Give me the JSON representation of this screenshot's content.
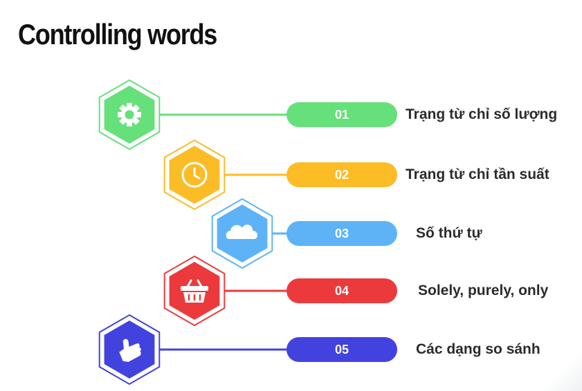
{
  "title": "Controlling words",
  "items": [
    {
      "number": "01",
      "text": "Trạng từ chỉ số lượng",
      "color": "#66e07b",
      "icon": "gear-icon"
    },
    {
      "number": "02",
      "text": "Trạng từ chỉ tần suất",
      "color": "#fbbc26",
      "icon": "clock-icon"
    },
    {
      "number": "03",
      "text": "Số thứ tự",
      "color": "#5eb3f7",
      "icon": "cloud-icon"
    },
    {
      "number": "04",
      "text": "Solely, purely, only",
      "color": "#ec3a3c",
      "icon": "basket-icon"
    },
    {
      "number": "05",
      "text": "Các dạng so sánh",
      "color": "#4243df",
      "icon": "thumbs-up-icon"
    }
  ]
}
